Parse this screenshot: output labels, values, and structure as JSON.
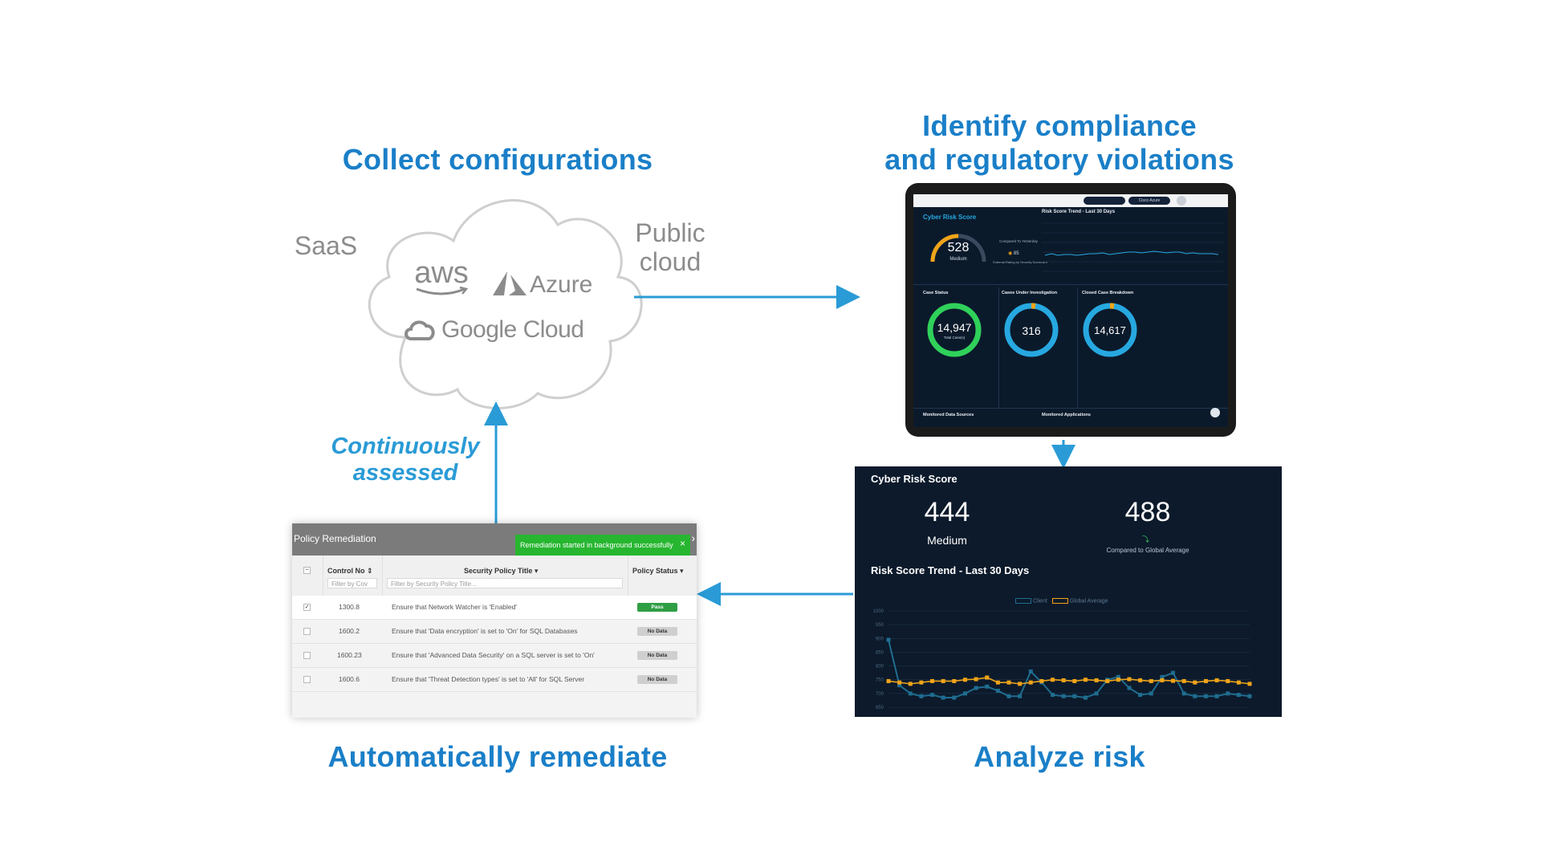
{
  "headings": {
    "collect": "Collect configurations",
    "identify_line1": "Identify compliance",
    "identify_line2": "and regulatory violations",
    "remediate": "Automatically remediate",
    "analyze": "Analyze risk"
  },
  "cloud": {
    "saas": "SaaS",
    "public_line1": "Public",
    "public_line2": "cloud",
    "aws": "aws",
    "azure": "Azure",
    "google": "Google Cloud"
  },
  "continuous": {
    "line1": "Continuously",
    "line2": "assessed"
  },
  "colors": {
    "accent_blue": "#1a7fc8",
    "arrow_blue": "#2a9bd6",
    "gray": "#8c8c8c",
    "dark_panel": "#0c1a2b",
    "orange": "#f0a419",
    "green": "#27b630"
  },
  "tablet": {
    "cyber_risk_title": "Cyber Risk Score",
    "gauge_value": "528",
    "gauge_label": "Medium",
    "compared_label": "Compared To Yesterday",
    "external_rating": "External Rating by Security Scorecard",
    "external_value": "85",
    "trend_title": "Risk Score Trend - Last 30 Days",
    "case_status_title": "Case Status",
    "case_status_value": "14,947",
    "case_status_sub": "Total Case(s)",
    "investigation_title": "Cases Under Investigation",
    "investigation_value": "316",
    "closed_title": "Closed Case Breakdown",
    "closed_value": "14,617",
    "data_sources": "Monitored Data Sources",
    "applications": "Monitored Applications",
    "pill_right": "Cisco Azure"
  },
  "risk_panel": {
    "title": "Cyber Risk Score",
    "score": "444",
    "score_label": "Medium",
    "global": "488",
    "global_label": "Compared to Global Average",
    "trend_title": "Risk Score Trend - Last 30 Days",
    "legend": [
      "Client",
      "Global Average"
    ],
    "y_ticks": [
      "1000",
      "950",
      "900",
      "850",
      "800",
      "750",
      "700",
      "650"
    ]
  },
  "policy": {
    "title": "Policy Remediation",
    "toast": "Remediation started in background successfully",
    "col_control": "Control No ⇕",
    "col_title": "Security Policy Title ▾",
    "col_status": "Policy Status ▾",
    "filter_control": "Filter by Cov",
    "filter_title": "Filter by Security Policy Title...",
    "rows": [
      {
        "control": "1300.8",
        "title": "Ensure that Network Watcher is 'Enabled'",
        "status": "Pass",
        "checked": true
      },
      {
        "control": "1600.2",
        "title": "Ensure that 'Data encryption' is set to 'On' for SQL Databases",
        "status": "No Data",
        "checked": false
      },
      {
        "control": "1600.23",
        "title": "Ensure that 'Advanced Data Security' on a SQL server is set to 'On'",
        "status": "No Data",
        "checked": false
      },
      {
        "control": "1600.6",
        "title": "Ensure that 'Threat Detection types' is set to 'All' for SQL Server",
        "status": "No Data",
        "checked": false
      }
    ]
  },
  "chart_data": {
    "type": "line",
    "title": "Risk Score Trend - Last 30 Days",
    "xlabel": "",
    "ylabel": "",
    "ylim": [
      650,
      1000
    ],
    "series": [
      {
        "name": "Client",
        "values": [
          895,
          730,
          700,
          690,
          695,
          685,
          685,
          700,
          720,
          725,
          710,
          690,
          690,
          780,
          740,
          695,
          690,
          690,
          685,
          700,
          750,
          760,
          720,
          695,
          700,
          760,
          775,
          700,
          690,
          690,
          690,
          700,
          695,
          690
        ]
      },
      {
        "name": "Global Average",
        "values": [
          745,
          740,
          735,
          740,
          745,
          745,
          745,
          750,
          752,
          758,
          740,
          740,
          735,
          740,
          745,
          750,
          748,
          745,
          750,
          748,
          745,
          750,
          752,
          748,
          745,
          748,
          746,
          745,
          740,
          745,
          748,
          745,
          740,
          735
        ]
      }
    ]
  }
}
